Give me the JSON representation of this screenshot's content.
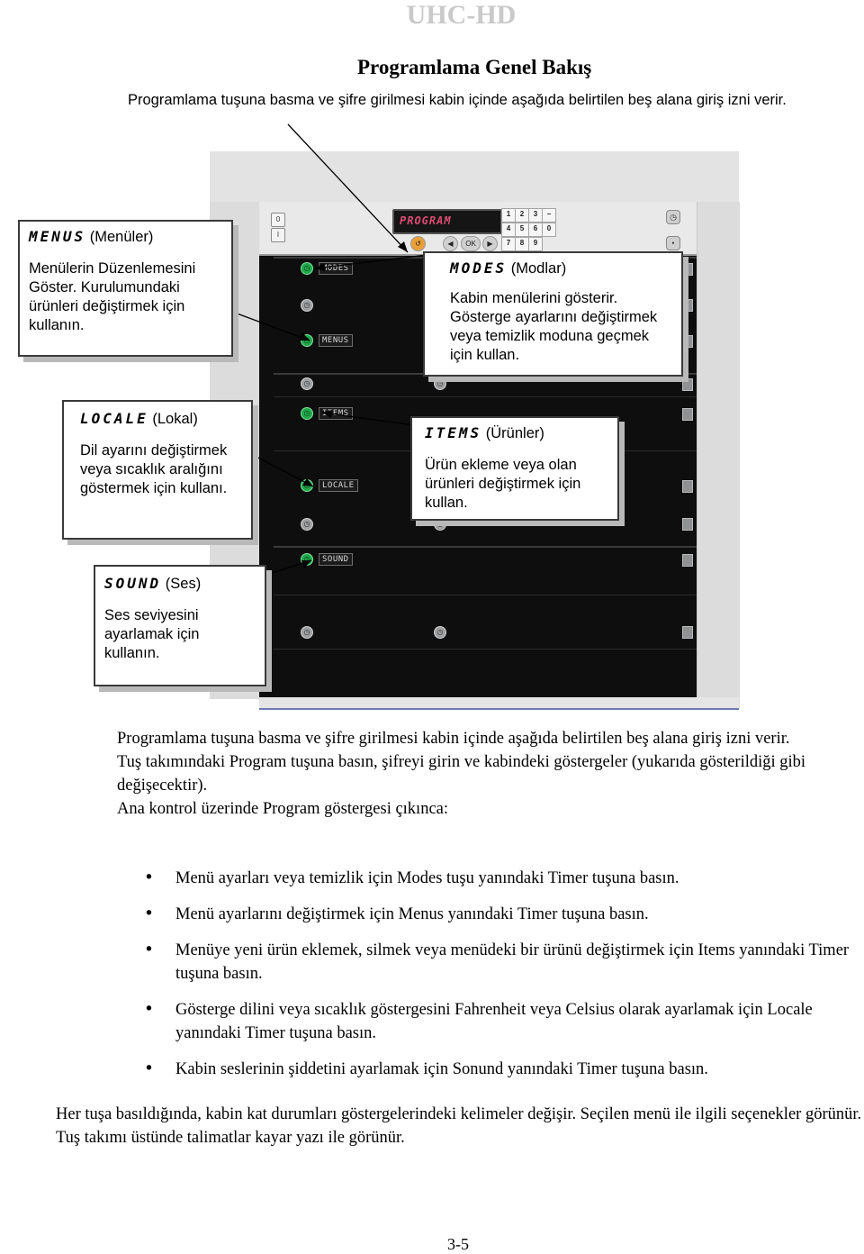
{
  "header": {
    "doc_title": "UHC-HD"
  },
  "section": {
    "title": "Programlama  Genel Bakış",
    "intro": "Programlama tuşuna basma ve şifre girilmesi kabin içinde aşağıda belirtilen beş alana giriş izni verir."
  },
  "controller": {
    "switch_top": "0",
    "switch_bottom": "I",
    "lcd": "PROGRAM",
    "ok_label": "OK",
    "keypad": [
      "1",
      "2",
      "3",
      "4",
      "5",
      "6",
      "7",
      "8",
      "9",
      "0"
    ]
  },
  "slots": {
    "modes": "MODES",
    "menus": "MENUS",
    "items": "ITEMS",
    "locale": "LOCALE",
    "sound": "SOUND"
  },
  "callouts": {
    "menus": {
      "code": "MENUS",
      "name": "(Menüler)",
      "text": "Menülerin Düzenlemesini Göster. Kurulumundaki ürünleri değiştirmek için kullanın."
    },
    "modes": {
      "code": "MODES",
      "name": "(Modlar)",
      "text": "Kabin menülerini gösterir. Gösterge ayarlarını değiştirmek veya temizlik moduna geçmek için kullan."
    },
    "locale": {
      "code": "LOCALE",
      "name": "(Lokal)",
      "text": "Dil ayarını değiştirmek veya sıcaklık aralığını göstermek için kullanı."
    },
    "items": {
      "code": "ITEMS",
      "name": "(Ürünler)",
      "text": "Ürün ekleme veya olan ürünleri değiştirmek için kullan."
    },
    "sound": {
      "code": "SOUND",
      "name": "(Ses)",
      "text": "Ses seviyesini ayarlamak için kullanın."
    }
  },
  "body": {
    "p1": "Programlama tuşuna basma ve şifre girilmesi kabin içinde aşağıda belirtilen beş alana giriş izni verir.",
    "p2": "Tuş takımındaki Program tuşuna basın, şifreyi girin ve kabindeki göstergeler (yukarıda gösterildiği gibi değişecektir).",
    "p3": "Ana kontrol üzerinde Program göstergesi çıkınca:",
    "bullets": [
      "Menü ayarları veya temizlik için Modes tuşu yanındaki Timer tuşuna basın.",
      "Menü ayarlarını değiştirmek için Menus yanındaki Timer tuşuna basın.",
      "Menüye yeni ürün eklemek, silmek veya menüdeki bir ürünü değiştirmek için Items yanındaki Timer tuşuna basın.",
      "Gösterge dilini veya sıcaklık göstergesini Fahrenheit veya Celsius olarak ayarlamak için Locale yanındaki Timer tuşuna basın.",
      "Kabin seslerinin şiddetini ayarlamak için Sonund yanındaki Timer tuşuna basın."
    ],
    "closing": "Her tuşa basıldığında, kabin kat durumları göstergelerindeki kelimeler değişir. Seçilen menü ile ilgili seçenekler görünür. Tuş takımı üstünde talimatlar kayar yazı ile görünür."
  },
  "footer": {
    "page": "3-5"
  }
}
